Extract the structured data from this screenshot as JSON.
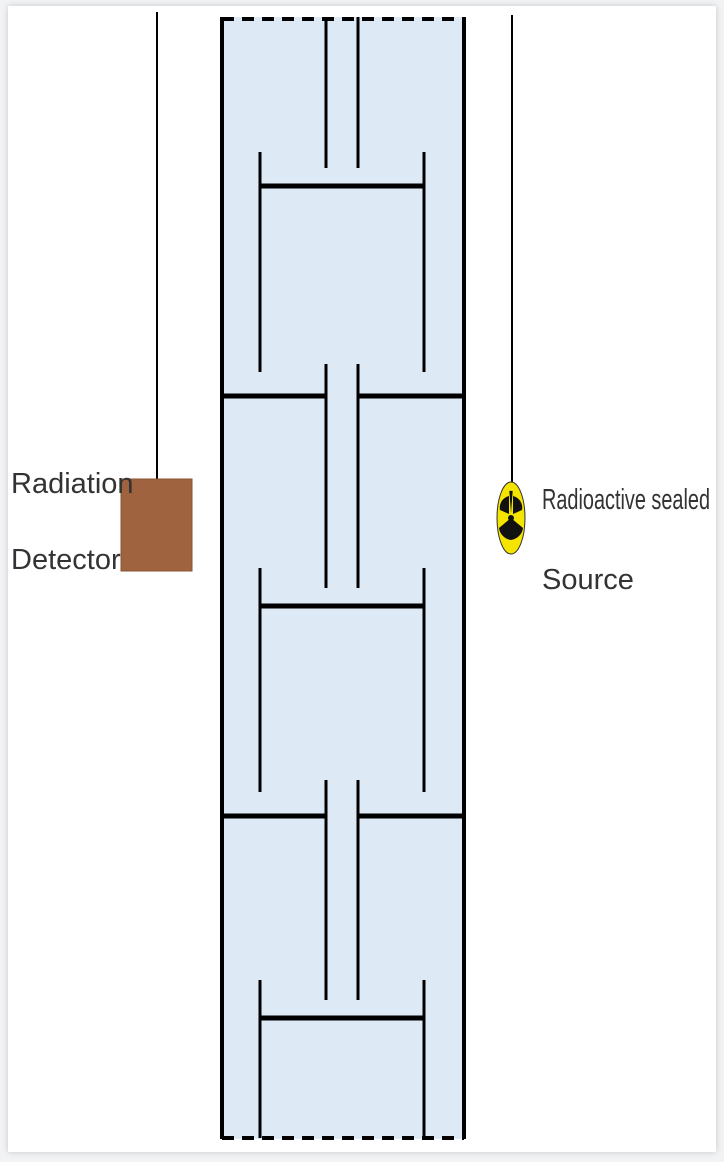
{
  "labels": {
    "detector_line1": "Radiation",
    "detector_line2": "Detector",
    "source_line1": "Radioactive sealed",
    "source_line2": "Source"
  },
  "colors": {
    "column_fill": "#dde9f4",
    "detector": "#a0633f",
    "source_yellow": "#f5e400",
    "line": "#000000"
  },
  "icons": {
    "source": "radiation-trefoil-icon"
  }
}
